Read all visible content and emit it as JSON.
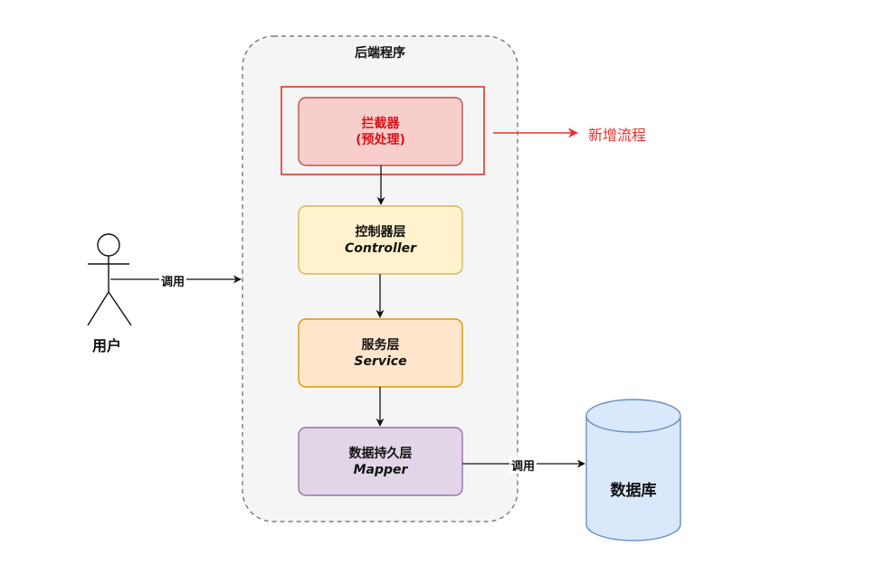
{
  "container": {
    "title": "后端程序"
  },
  "nodes": {
    "interceptor": {
      "line1": "拦截器",
      "line2": "(预处理)"
    },
    "controller": {
      "line1": "控制器层",
      "line2": "Controller"
    },
    "service": {
      "line1": "服务层",
      "line2": "Service"
    },
    "mapper": {
      "line1": "数据持久层",
      "line2": "Mapper"
    },
    "user": {
      "label": "用户"
    },
    "database": {
      "label": "数据库"
    }
  },
  "edges": {
    "user_call": "调用",
    "db_call": "调用",
    "new_flow": "新增流程"
  },
  "colors": {
    "interceptor_fill": "#f8cecc",
    "interceptor_stroke": "#b85450",
    "highlight_border": "#e8322f",
    "controller_fill": "#fff2cc",
    "controller_stroke": "#d6b656",
    "service_fill": "#ffe6cc",
    "service_stroke": "#d79b00",
    "mapper_fill": "#e1d5e7",
    "mapper_stroke": "#9673a6",
    "database_fill": "#dae8fc",
    "database_stroke": "#6c8ebf",
    "container_fill": "#f5f5f5",
    "container_stroke": "#666666",
    "new_flow_arrow": "#e8322f"
  }
}
